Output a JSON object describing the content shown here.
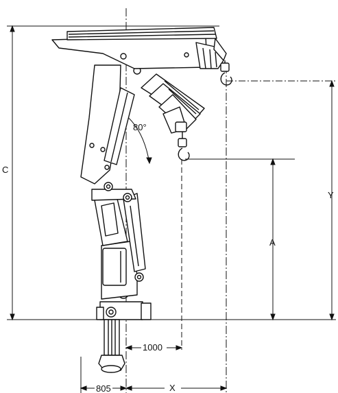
{
  "dimensions": {
    "c": "C",
    "y": "Y",
    "a": "A",
    "x": "X",
    "base_offset": "805",
    "hook_reach": "1000",
    "max_angle": "80°"
  },
  "colors": {
    "ink": "#111111",
    "background": "#ffffff"
  }
}
